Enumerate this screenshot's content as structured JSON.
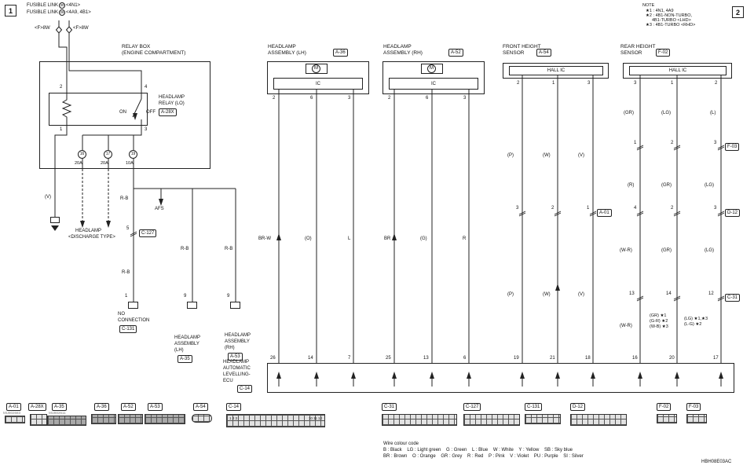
{
  "page": {
    "sheet_left": "1",
    "sheet_right": "2",
    "drawing_code": "HBH08E03AC"
  },
  "top_left": {
    "fusible_link_1": "FUSIBLE LINK",
    "fusible_link_1_num": "30",
    "fusible_link_1_ref": "<4N1>",
    "fusible_link_2": "FUSIBLE LINK",
    "fusible_link_2_num": "26",
    "fusible_link_2_ref": "<4A9, 4B1>",
    "wire_1": "<F>8W",
    "wire_2": "<F>8W"
  },
  "note": {
    "title": "NOTE",
    "line1": "★1 : 4N1, 4A9",
    "line2": "★2 : 4B1-NON-TURBO,",
    "line3": "4B1-TURBO <LHD>",
    "line4": "★3 : 4B1-TURBO <RHD>"
  },
  "relay_box": {
    "title_line1": "RELAY BOX",
    "title_line2": "(ENGINE COMPARTMENT)",
    "relay_name_line1": "HEADLAMP",
    "relay_name_line2": "RELAY (LO)",
    "relay_connector": "A-28X",
    "switch_on": "ON",
    "switch_off": "OFF",
    "pin_top_left": "2",
    "pin_top_right": "4",
    "pin_bottom_left": "1",
    "pin_bottom_right": "3",
    "fuse1_num": "16",
    "fuse1_amp": "20A",
    "fuse2_num": "17",
    "fuse2_amp": "20A",
    "fuse3_num": "19",
    "fuse3_amp": "10A"
  },
  "left_circuit": {
    "wire_v": "(V)",
    "discharge_line1": "HEADLAMP",
    "discharge_line2": "<DISCHARGE TYPE>",
    "wire_rb_1": "R-B",
    "c127_pin": "5",
    "c127": "C-127",
    "wire_rb_2": "R-B",
    "afs": "AFS",
    "wire_rb_lh": "R-B",
    "wire_rb_rh": "R-B",
    "nc_pin": "1",
    "no_connection_line1": "NO",
    "no_connection_line2": "CONNECTION",
    "c131": "C-131",
    "lh_pin": "9",
    "lh_line1": "HEADLAMP",
    "lh_line2": "ASSEMBLY",
    "lh_line3": "(LH)",
    "lh_conn": "A-35",
    "rh_pin": "9",
    "rh_line1": "HEADLAMP",
    "rh_line2": "ASSEMBLY",
    "rh_line3": "(RH)",
    "rh_conn": "A-53"
  },
  "headlamp_lh": {
    "title_line1": "HEADLAMP",
    "title_line2": "ASSEMBLY (LH)",
    "connector": "A-36",
    "motor": "M",
    "ic": "IC",
    "pin1": "2",
    "pin2": "6",
    "pin3": "3",
    "wire1": "BR-W",
    "wire2": "(O)",
    "wire3": "L",
    "ecu_pin1": "26",
    "ecu_pin2": "14",
    "ecu_pin3": "7"
  },
  "headlamp_rh": {
    "title_line1": "HEADLAMP",
    "title_line2": "ASSEMBLY (RH)",
    "connector": "A-52",
    "motor": "M",
    "ic": "IC",
    "pin1": "2",
    "pin2": "6",
    "pin3": "3",
    "wire1": "BR",
    "wire2": "(G)",
    "wire3": "R",
    "ecu_pin1": "25",
    "ecu_pin2": "13",
    "ecu_pin3": "6"
  },
  "front_sensor": {
    "title_line1": "FRONT HEIGHT",
    "title_line2": "SENSOR",
    "connector": "A-54",
    "ic": "HALL IC",
    "pin1": "2",
    "pin2": "1",
    "pin3": "3",
    "wire1_upper": "(P)",
    "wire2_upper": "(W)",
    "wire3_upper": "(V)",
    "j_pin1": "3",
    "j_pin2": "2",
    "j_pin3": "1",
    "j_conn": "A-01",
    "wire1_lower": "(P)",
    "wire2_lower": "(W)",
    "wire3_lower": "(V)",
    "ecu_pin1": "19",
    "ecu_pin2": "21",
    "ecu_pin3": "18"
  },
  "rear_sensor": {
    "title_line1": "REAR HEIGHT",
    "title_line2": "SENSOR",
    "connector": "F-02",
    "ic": "HALL IC",
    "pin1": "3",
    "pin2": "1",
    "pin3": "2",
    "seg1_wire1": "(GR)",
    "seg1_wire2": "(LG)",
    "seg1_wire3": "(L)",
    "j1_pin1": "1",
    "j1_pin2": "2",
    "j1_pin3": "3",
    "j1_conn": "F-03",
    "seg2_wire1": "(R)",
    "seg2_wire2": "(GR)",
    "seg2_wire3": "(LG)",
    "j2_pin1": "4",
    "j2_pin2": "2",
    "j2_pin3": "3",
    "j2_conn": "D-12",
    "seg3_wire1": "(W-R)",
    "seg3_wire2": "(GR)",
    "seg3_wire3": "(LG)",
    "j3_pin1": "13",
    "j3_pin2": "14",
    "j3_pin3": "12",
    "j3_conn": "C-31",
    "seg4_wire1": "(W-R)",
    "seg4_wire2_l1": "(GR) ★1",
    "seg4_wire2_l2": "(G-R) ★2",
    "seg4_wire2_l3": "(W-B) ★3",
    "seg4_wire3_l1": "(LG) ★1,★3",
    "seg4_wire3_l2": "(L-G) ★2",
    "ecu_pin1": "16",
    "ecu_pin2": "20",
    "ecu_pin3": "17"
  },
  "ecu": {
    "label_line1": "HEADLAMP",
    "label_line2": "AUTOMATIC",
    "label_line3": "LEVELLING-",
    "label_line4": "ECU",
    "connector": "C-14"
  },
  "connector_row": {
    "a01": "A-01",
    "a01_code": "MU802683",
    "a28x": "A-28X",
    "a35": "A-35",
    "a35_code": "MU802611",
    "a36": "A-36",
    "a52": "A-52",
    "a53": "A-53",
    "a54": "A-54",
    "c14": "C-14",
    "c14_nums_left": "1 2 3",
    "c14_nums_right": "10 11 12",
    "c31": "C-31",
    "c127": "C-127",
    "c131": "C-131",
    "d12": "D-12",
    "f02": "F-02",
    "f03": "F-03"
  },
  "colour_code": {
    "title": "Wire colour code",
    "line1": "B : Black    LG : Light green    G : Green    L : Blue    W : White    Y : Yellow    SB : Sky blue",
    "line2": "BR : Brown    O : Orange    GR : Grey    R : Red    P : Pink    V : Violet    PU : Purple    SI : Silver"
  }
}
